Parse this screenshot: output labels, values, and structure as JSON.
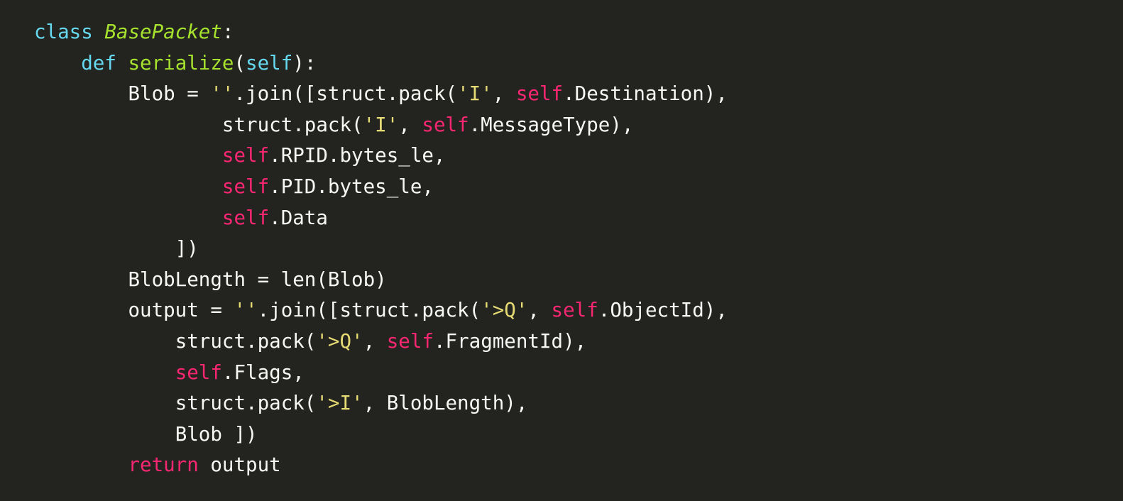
{
  "theme": {
    "background": "#23241f",
    "text": "#f8f8f2",
    "keyword": "#66d9ef",
    "name": "#a6e22e",
    "self": "#f92672",
    "string": "#e6db74"
  },
  "code": {
    "language": "python",
    "lines": [
      {
        "indent": 0,
        "tokens": [
          {
            "t": "keyword",
            "v": "class"
          },
          {
            "t": "plain",
            "v": " "
          },
          {
            "t": "classname",
            "v": "BasePacket"
          },
          {
            "t": "plain",
            "v": ":"
          }
        ]
      },
      {
        "indent": 4,
        "tokens": [
          {
            "t": "def",
            "v": "def"
          },
          {
            "t": "plain",
            "v": " "
          },
          {
            "t": "funcname",
            "v": "serialize"
          },
          {
            "t": "plain",
            "v": "("
          },
          {
            "t": "selfparam",
            "v": "self"
          },
          {
            "t": "plain",
            "v": "):"
          }
        ]
      },
      {
        "indent": 8,
        "tokens": [
          {
            "t": "plain",
            "v": "Blob = "
          },
          {
            "t": "string",
            "v": "''"
          },
          {
            "t": "plain",
            "v": ".join([struct.pack("
          },
          {
            "t": "string",
            "v": "'I'"
          },
          {
            "t": "plain",
            "v": ", "
          },
          {
            "t": "self",
            "v": "self"
          },
          {
            "t": "plain",
            "v": ".Destination),"
          }
        ]
      },
      {
        "indent": 16,
        "tokens": [
          {
            "t": "plain",
            "v": "struct.pack("
          },
          {
            "t": "string",
            "v": "'I'"
          },
          {
            "t": "plain",
            "v": ", "
          },
          {
            "t": "self",
            "v": "self"
          },
          {
            "t": "plain",
            "v": ".MessageType),"
          }
        ]
      },
      {
        "indent": 16,
        "tokens": [
          {
            "t": "self",
            "v": "self"
          },
          {
            "t": "plain",
            "v": ".RPID.bytes_le,"
          }
        ]
      },
      {
        "indent": 16,
        "tokens": [
          {
            "t": "self",
            "v": "self"
          },
          {
            "t": "plain",
            "v": ".PID.bytes_le,"
          }
        ]
      },
      {
        "indent": 16,
        "tokens": [
          {
            "t": "self",
            "v": "self"
          },
          {
            "t": "plain",
            "v": ".Data"
          }
        ]
      },
      {
        "indent": 12,
        "tokens": [
          {
            "t": "plain",
            "v": "])"
          }
        ]
      },
      {
        "indent": 8,
        "tokens": [
          {
            "t": "plain",
            "v": "BlobLength = len(Blob)"
          }
        ]
      },
      {
        "indent": 8,
        "tokens": [
          {
            "t": "plain",
            "v": "output = "
          },
          {
            "t": "string",
            "v": "''"
          },
          {
            "t": "plain",
            "v": ".join([struct.pack("
          },
          {
            "t": "string",
            "v": "'>Q'"
          },
          {
            "t": "plain",
            "v": ", "
          },
          {
            "t": "self",
            "v": "self"
          },
          {
            "t": "plain",
            "v": ".ObjectId),"
          }
        ]
      },
      {
        "indent": 12,
        "tokens": [
          {
            "t": "plain",
            "v": "struct.pack("
          },
          {
            "t": "string",
            "v": "'>Q'"
          },
          {
            "t": "plain",
            "v": ", "
          },
          {
            "t": "self",
            "v": "self"
          },
          {
            "t": "plain",
            "v": ".FragmentId),"
          }
        ]
      },
      {
        "indent": 12,
        "tokens": [
          {
            "t": "self",
            "v": "self"
          },
          {
            "t": "plain",
            "v": ".Flags,"
          }
        ]
      },
      {
        "indent": 12,
        "tokens": [
          {
            "t": "plain",
            "v": "struct.pack("
          },
          {
            "t": "string",
            "v": "'>I'"
          },
          {
            "t": "plain",
            "v": ", BlobLength),"
          }
        ]
      },
      {
        "indent": 12,
        "tokens": [
          {
            "t": "plain",
            "v": "Blob ])"
          }
        ]
      },
      {
        "indent": 8,
        "tokens": [
          {
            "t": "return",
            "v": "return"
          },
          {
            "t": "plain",
            "v": " output"
          }
        ]
      }
    ]
  }
}
